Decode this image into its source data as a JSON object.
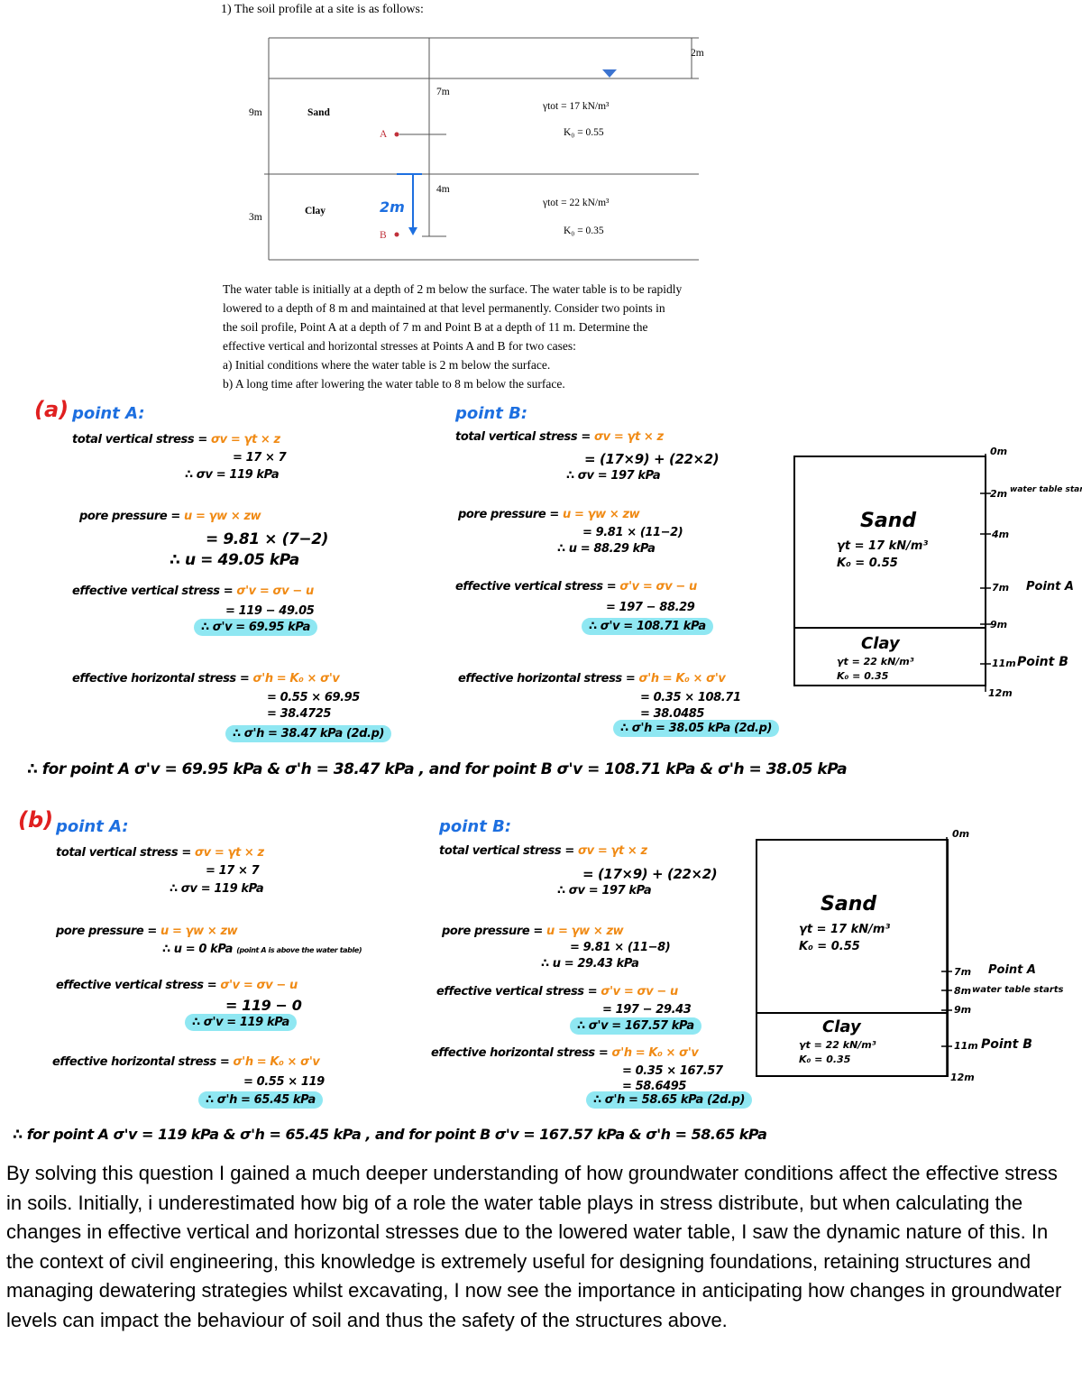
{
  "problem": {
    "heading": "1)  The soil profile at a site is as follows:",
    "diagram": {
      "dim_2m": "2m",
      "dim_7m": "7m",
      "dim_9m": "9m",
      "dim_4m": "4m",
      "dim_3m": "3m",
      "sand_label": "Sand",
      "clay_label": "Clay",
      "point_a": "A",
      "point_b": "B",
      "sand_gamma": "γtot = 17 kN/m³",
      "sand_k0": "K₀ = 0.55",
      "clay_gamma": "γtot = 22 kN/m³",
      "clay_k0": "K₀ = 0.35",
      "handwritten_2m": "2m"
    },
    "lines": [
      "The water table is initially at a depth of 2 m below the surface. The water table is to be rapidly",
      "lowered to a depth of 8 m and maintained at that level permanently. Consider two points in",
      "the soil profile, Point A at a depth of 7 m and Point B at a depth of 11 m. Determine the",
      "effective vertical and horizontal stresses at Points A and B for two cases:",
      "a) Initial conditions where the water table is 2 m below the surface.",
      "b) A long time after lowering the water table to 8 m below the surface."
    ]
  },
  "part_a": {
    "label": "(a)",
    "point_a": {
      "title": "point A:",
      "l1_pre": "total vertical stress = ",
      "l1_eq": "σv = γt × z",
      "l2": "= 17 × 7",
      "l3": "∴ σv = 119 kPa",
      "l4_pre": "pore pressure = ",
      "l4_eq": "u = γw × zw",
      "l5": "= 9.81 × (7−2)",
      "l6": "∴ u = 49.05 kPa",
      "l7_pre": "effective vertical stress = ",
      "l7_eq": "σ'v = σv − u",
      "l8": "= 119 − 49.05",
      "l9": "∴ σ'v = 69.95 kPa",
      "l10_pre": "effective horizontal stress = ",
      "l10_eq": "σ'h = K₀ × σ'v",
      "l11": "= 0.55 × 69.95",
      "l12": "= 38.4725",
      "l13": "∴ σ'h = 38.47 kPa (2d.p)"
    },
    "point_b": {
      "title": "point B:",
      "l1_pre": "total vertical stress = ",
      "l1_eq": "σv = γt × z",
      "l2": "= (17×9) + (22×2)",
      "l3": "∴ σv = 197 kPa",
      "l4_pre": "pore pressure = ",
      "l4_eq": "u = γw × zw",
      "l5": "= 9.81 × (11−2)",
      "l6": "∴ u = 88.29 kPa",
      "l7_pre": "effective vertical stress = ",
      "l7_eq": "σ'v = σv − u",
      "l8": "= 197 − 88.29",
      "l9": "∴ σ'v = 108.71 kPa",
      "l10_pre": "effective horizontal stress = ",
      "l10_eq": "σ'h = K₀ × σ'v",
      "l11": "= 0.35 × 108.71",
      "l12": "= 38.0485",
      "l13": "∴ σ'h = 38.05 kPa (2d.p)"
    },
    "sketch": {
      "d0": "0m",
      "d2": "2m",
      "d2_note": "water table starts",
      "d4": "4m",
      "d7": "7m",
      "d7_note": "Point A",
      "d9": "9m",
      "d11": "11m",
      "d11_note": "Point B",
      "d12": "12m",
      "sand": "Sand",
      "sand_g": "γt = 17 kN/m³",
      "sand_k": "K₀ = 0.55",
      "clay": "Clay",
      "clay_g": "γt = 22 kN/m³",
      "clay_k": "K₀ = 0.35"
    },
    "summary": "∴ for point A  σ'v = 69.95 kPa  &  σ'h = 38.47 kPa , and for point B  σ'v = 108.71 kPa  &  σ'h = 38.05 kPa"
  },
  "part_b": {
    "label": "(b)",
    "point_a": {
      "title": "point A:",
      "l1_pre": "total vertical stress = ",
      "l1_eq": "σv = γt × z",
      "l2": "= 17 × 7",
      "l3": "∴ σv = 119 kPa",
      "l4_pre": "pore pressure = ",
      "l4_eq": "u = γw × zw",
      "l5": "∴ u = 0 kPa",
      "l5_note": "(point A is above the water table)",
      "l7_pre": "effective vertical stress = ",
      "l7_eq": "σ'v = σv − u",
      "l8": "= 119 − 0",
      "l9": "∴ σ'v = 119 kPa",
      "l10_pre": "effective horizontal stress = ",
      "l10_eq": "σ'h = K₀ × σ'v",
      "l11": "= 0.55 × 119",
      "l13": "∴ σ'h = 65.45 kPa"
    },
    "point_b": {
      "title": "point B:",
      "l1_pre": "total vertical stress = ",
      "l1_eq": "σv = γt × z",
      "l2": "= (17×9) + (22×2)",
      "l3": "∴ σv = 197 kPa",
      "l4_pre": "pore pressure = ",
      "l4_eq": "u = γw × zw",
      "l5": "= 9.81 × (11−8)",
      "l6": "∴ u = 29.43 kPa",
      "l7_pre": "effective vertical stress = ",
      "l7_eq": "σ'v = σv − u",
      "l8": "= 197 − 29.43",
      "l9": "∴ σ'v = 167.57 kPa",
      "l10_pre": "effective horizontal stress = ",
      "l10_eq": "σ'h = K₀ × σ'v",
      "l11": "= 0.35 × 167.57",
      "l12": "= 58.6495",
      "l13": "∴ σ'h = 58.65 kPa (2d.p)"
    },
    "sketch": {
      "d0": "0m",
      "d7": "7m",
      "d7_note": "Point A",
      "d8": "8m",
      "d8_note": "water table starts",
      "d9": "9m",
      "d11": "11m",
      "d11_note": "Point B",
      "d12": "12m",
      "sand": "Sand",
      "sand_g": "γt = 17 kN/m³",
      "sand_k": "K₀ = 0.55",
      "clay": "Clay",
      "clay_g": "γt = 22 kN/m³",
      "clay_k": "K₀ = 0.35"
    },
    "summary": "∴ for point A  σ'v = 119 kPa  &  σ'h = 65.45 kPa , and for point B  σ'v = 167.57 kPa  &  σ'h = 58.65 kPa"
  },
  "reflection": "By solving this question I gained a much deeper understanding of how groundwater conditions affect the effective stress in soils. Initially, i underestimated how big of a role the water table plays in stress distribute, but when calculating the changes in effective vertical and horizontal stresses due to the lowered water table, I saw the dynamic nature of this. In the context of civil engineering, this knowledge is extremely useful for designing foundations, retaining structures and managing dewatering strategies whilst excavating, I now see the importance in anticipating how changes in groundwater levels can impact the behaviour of soil and thus the safety of the structures above."
}
